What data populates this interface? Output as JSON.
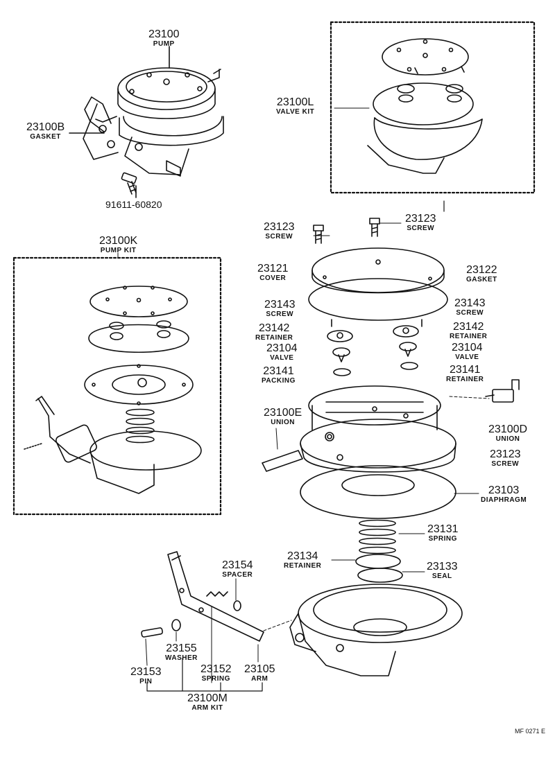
{
  "parts": [
    {
      "id": "pump",
      "number": "23100",
      "name": "PUMP"
    },
    {
      "id": "gasket-mount",
      "number": "23100B",
      "name": "GASKET"
    },
    {
      "id": "bolt",
      "number": "91611-60820",
      "name": ""
    },
    {
      "id": "valve-kit",
      "number": "23100L",
      "name": "VALVE KIT"
    },
    {
      "id": "pump-kit",
      "number": "23100K",
      "name": "PUMP KIT"
    },
    {
      "id": "screw-l",
      "number": "23123",
      "name": "SCREW"
    },
    {
      "id": "screw-r",
      "number": "23123",
      "name": "SCREW"
    },
    {
      "id": "cover",
      "number": "23121",
      "name": "COVER"
    },
    {
      "id": "gasket",
      "number": "23122",
      "name": "GASKET"
    },
    {
      "id": "screw-143-l",
      "number": "23143",
      "name": "SCREW"
    },
    {
      "id": "screw-143-r",
      "number": "23143",
      "name": "SCREW"
    },
    {
      "id": "retainer-l",
      "number": "23142",
      "name": "RETAINER"
    },
    {
      "id": "retainer-r",
      "number": "23142",
      "name": "RETAINER"
    },
    {
      "id": "valve-l",
      "number": "23104",
      "name": "VALVE"
    },
    {
      "id": "valve-r",
      "number": "23104",
      "name": "VALVE"
    },
    {
      "id": "packing",
      "number": "23141",
      "name": "PACKING"
    },
    {
      "id": "retainer-141",
      "number": "23141",
      "name": "RETAINER"
    },
    {
      "id": "union-e",
      "number": "23100E",
      "name": "UNION"
    },
    {
      "id": "union-d",
      "number": "23100D",
      "name": "UNION"
    },
    {
      "id": "screw-body",
      "number": "23123",
      "name": "SCREW"
    },
    {
      "id": "diaphragm",
      "number": "23103",
      "name": "DIAPHRAGM"
    },
    {
      "id": "spring",
      "number": "23131",
      "name": "SPRING"
    },
    {
      "id": "retainer-134",
      "number": "23134",
      "name": "RETAINER"
    },
    {
      "id": "seal",
      "number": "23133",
      "name": "SEAL"
    },
    {
      "id": "spacer",
      "number": "23154",
      "name": "SPACER"
    },
    {
      "id": "washer",
      "number": "23155",
      "name": "WASHER"
    },
    {
      "id": "pin",
      "number": "23153",
      "name": "PIN"
    },
    {
      "id": "arm-spring",
      "number": "23152",
      "name": "SPRING"
    },
    {
      "id": "arm",
      "number": "23105",
      "name": "ARM"
    },
    {
      "id": "arm-kit",
      "number": "23100M",
      "name": "ARM KIT"
    }
  ],
  "reference_code": "MF 0271 E"
}
